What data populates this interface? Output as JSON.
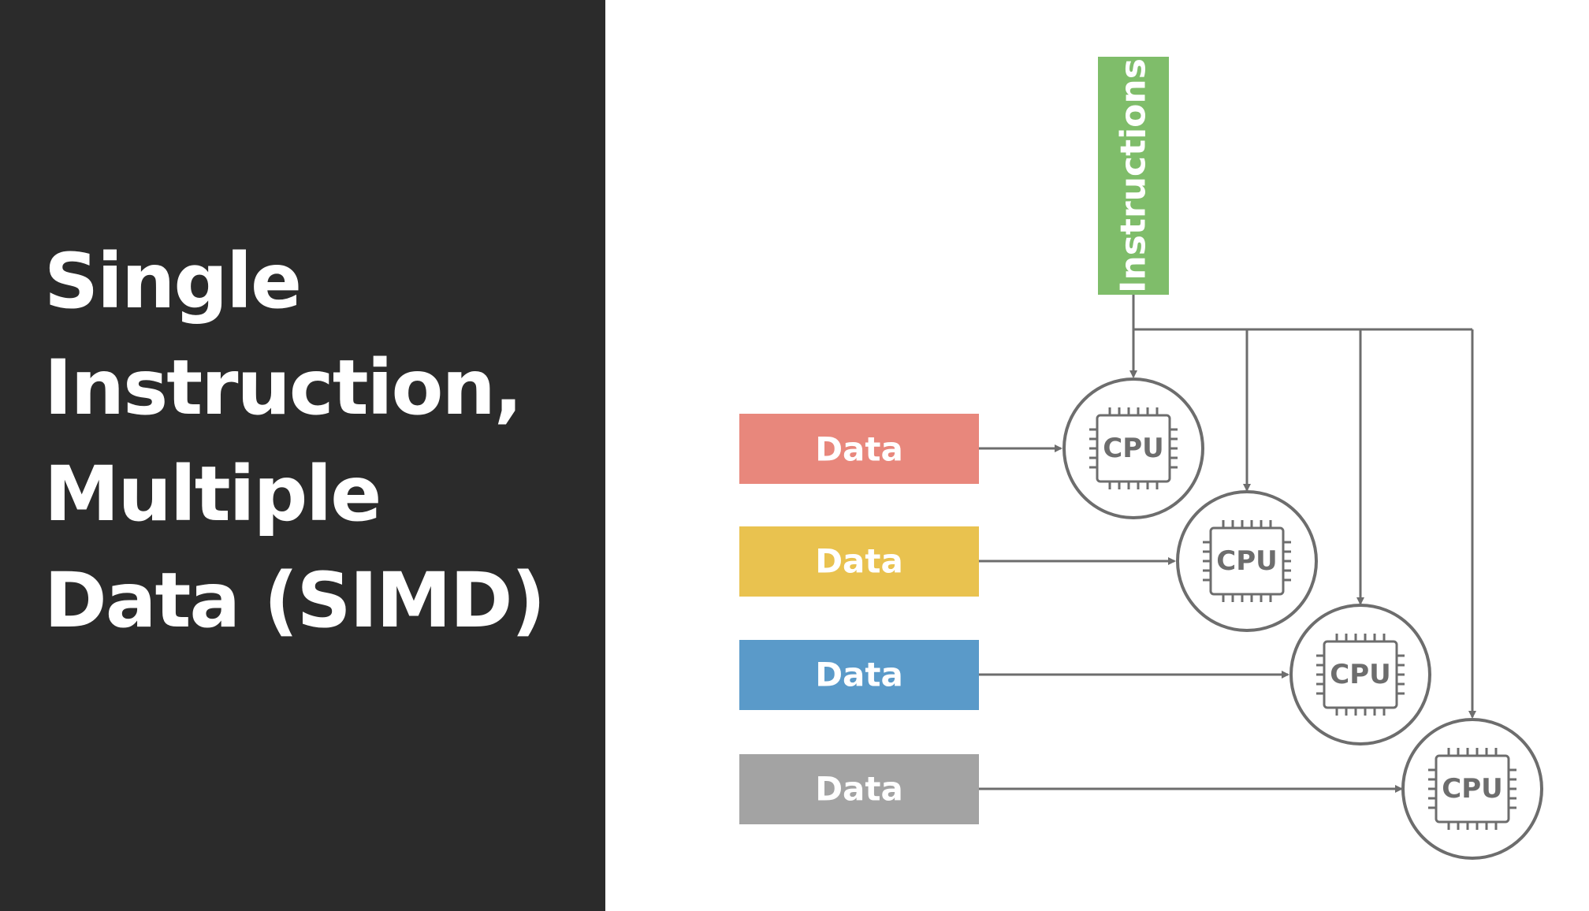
{
  "title": {
    "lines": [
      "Single",
      "Instruction,",
      "Multiple",
      "Data (SIMD)"
    ]
  },
  "diagram": {
    "instructions_label": "Instructions",
    "data_blocks": [
      {
        "label": "Data",
        "color": "#e8877c"
      },
      {
        "label": "Data",
        "color": "#e9c24f"
      },
      {
        "label": "Data",
        "color": "#5a9ac9"
      },
      {
        "label": "Data",
        "color": "#a3a3a3"
      }
    ],
    "cpus": [
      {
        "label": "CPU"
      },
      {
        "label": "CPU"
      },
      {
        "label": "CPU"
      },
      {
        "label": "CPU"
      }
    ],
    "colors": {
      "instructions": "#7fbd6a",
      "connector": "#6d6d6d",
      "panel": "#2b2b2b"
    }
  }
}
